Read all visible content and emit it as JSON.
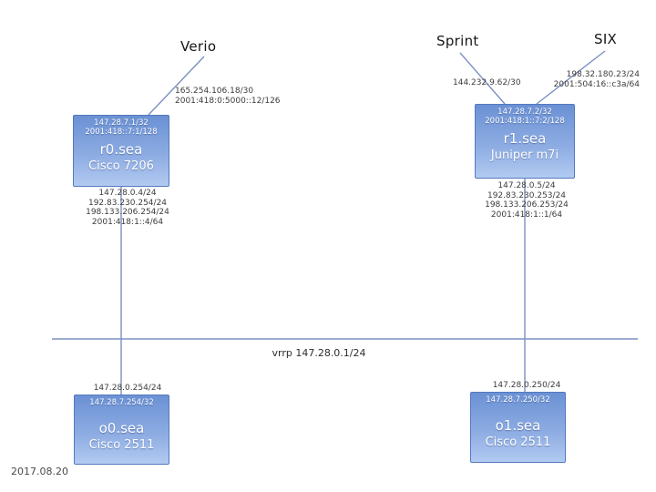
{
  "date_label": "2017.08.20",
  "upstreams": {
    "verio": {
      "label": "Verio",
      "addrs": [
        "165.254.106.18/30",
        "2001:418:0:5000::12/126"
      ]
    },
    "sprint": {
      "label": "Sprint",
      "addrs": [
        "144.232.9.62/30"
      ]
    },
    "six": {
      "label": "SIX",
      "addrs": [
        "198.32.180.23/24",
        "2001:504:16::c3a/64"
      ]
    }
  },
  "routers": {
    "r0": {
      "loopback_v4": "147.28.7.1/32",
      "loopback_v6": "2001:418::7:1/128",
      "name": "r0.sea",
      "model": "Cisco 7206",
      "lan_addrs": [
        "147.28.0.4/24",
        "192.83.230.254/24",
        "198.133.206.254/24",
        "2001:418:1::4/64"
      ]
    },
    "r1": {
      "loopback_v4": "147.28.7.2/32",
      "loopback_v6": "2001:418:1::7:2/128",
      "name": "r1.sea",
      "model": "Juniper m7i",
      "lan_addrs": [
        "147.28.0.5/24",
        "192.83.230.253/24",
        "198.133.206.253/24",
        "2001:418:1::1/64"
      ]
    }
  },
  "consoles": {
    "o0": {
      "lan_addr": "147.28.0.254/24",
      "loopback_v4": "147.28.7.254/32",
      "name": "o0.sea",
      "model": "Cisco 2511"
    },
    "o1": {
      "lan_addr": "147.28.0.250/24",
      "loopback_v4": "147.28.7.250/32",
      "name": "o1.sea",
      "model": "Cisco 2511"
    }
  },
  "lan": {
    "vrrp_label": "vrrp 147.28.0.1/24"
  },
  "colors": {
    "wire": "#7b90c2",
    "box_border": "#5379c0",
    "box_fill_top": "#6b91d4",
    "box_fill_bottom": "#b2caf1"
  }
}
